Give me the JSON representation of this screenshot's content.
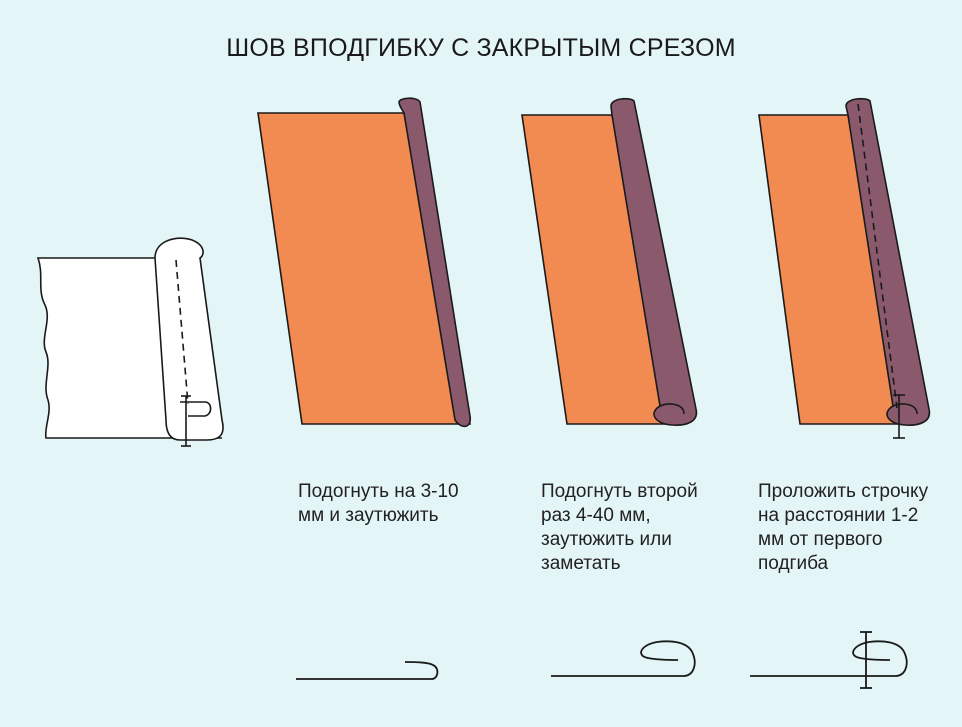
{
  "title": "ШОВ ВПОДГИБКУ С ЗАКРЫТЫМ СРЕЗОМ",
  "steps": [
    {
      "caption": "Подогнуть на 3-10\nмм и заутюжить"
    },
    {
      "caption": "Подогнуть второй\nраз 4-40 мм,\nзаутюжить или\nзаметать"
    },
    {
      "caption": "Проложить строчку\nна расстоянии 1-2\nмм от первого\nподгиба"
    }
  ],
  "colors": {
    "background": "#e4f5f7",
    "fabric": "#f28b52",
    "fold": "#8a5a6c",
    "outline": "#1a1a1a"
  }
}
